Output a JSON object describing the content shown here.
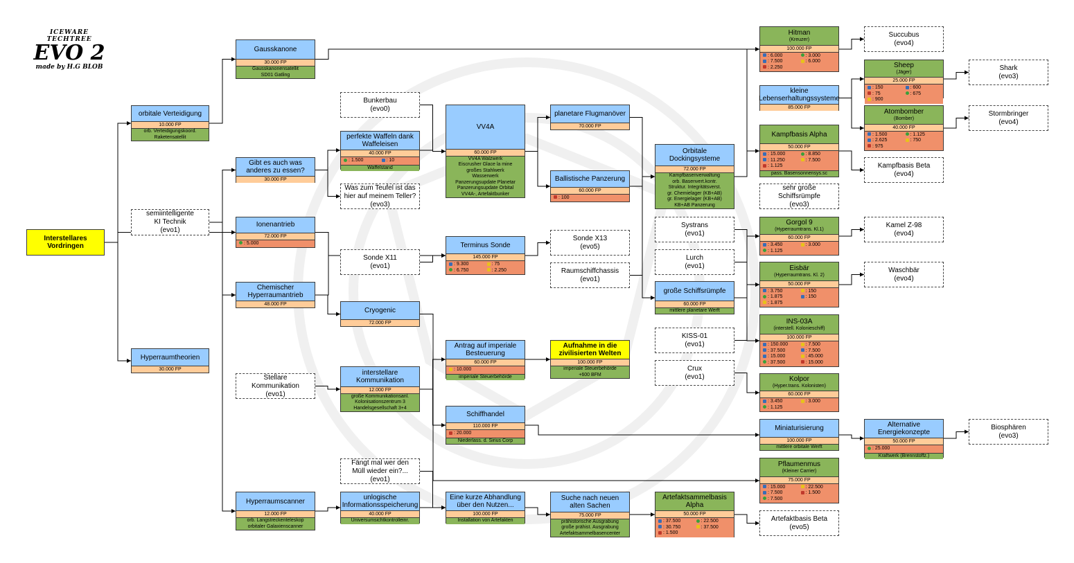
{
  "logo": {
    "line1": "ICEWARE TECHTREE",
    "line2": "EVO 2",
    "line3": "made by H.G BLOB"
  },
  "colors": {
    "tech": "#99ccff",
    "ship": "#8ab55a",
    "cost": "#ffcc99",
    "resources": "#f0906a",
    "unlocks": "#8ab55a",
    "goal": "#ffff00"
  },
  "nodes": [
    {
      "id": "interstellares",
      "name": "Interstellares Vordringen",
      "style": "yellow-bold"
    },
    {
      "id": "orbitale",
      "name": "orbitale Verteidigung",
      "cost": "10.000 FP",
      "unlocks": [
        "orb. Verteidigungskoord.",
        "Raketensatellit"
      ]
    },
    {
      "id": "gauss",
      "name": "Gausskanone",
      "cost": "30.000 FP",
      "unlocks": [
        "Gausskanonensatellit",
        "SD01 Gatling"
      ]
    },
    {
      "id": "essen",
      "name": "Gibt es auch was anderes zu essen?",
      "cost": "30.000 FP"
    },
    {
      "id": "ionen",
      "name": "Ionenantrieb",
      "cost": "72.000 FP",
      "resources": [
        {
          "icon": "green",
          "v": "5.000"
        }
      ]
    },
    {
      "id": "chem",
      "name": "Chemischer Hyperraumantrieb",
      "cost": "48.000 FP"
    },
    {
      "id": "hyptheo",
      "name": "Hyperraumtheorien",
      "cost": "30.000 FP"
    },
    {
      "id": "hypscan",
      "name": "Hyperraumscanner",
      "cost": "12.000 FP",
      "unlocks": [
        "orb. Langstreckenteleskop",
        "orbitaler Galaxienscanner"
      ]
    },
    {
      "id": "waffeln",
      "name": "perfekte Waffeln dank Waffeleisen",
      "cost": "40.000 FP",
      "resources": [
        {
          "icon": "green",
          "v": "1.500"
        },
        {
          "icon": "blue",
          "v": "10"
        }
      ],
      "unlocks": [
        "Waffelstand"
      ]
    },
    {
      "id": "vv4a",
      "name": "VV4A",
      "cost": "60.000 FP",
      "unlocks": [
        "VV4A Walzwerk",
        "Eiscrusher Glace la mine",
        "großes Stahlwerk",
        "Wasserwerk",
        "Panzerungsupdate Planetar",
        "Panzerungsupdate Orbital",
        "VV4A-, Artefaktbunker"
      ]
    },
    {
      "id": "cryo",
      "name": "Cryogenic",
      "cost": "72.000 FP"
    },
    {
      "id": "terminus",
      "name": "Terminus Sonde",
      "cost": "145.000 FP",
      "resources": [
        {
          "icon": "blue",
          "v": "9.300"
        },
        {
          "icon": "yellow",
          "v": "75"
        },
        {
          "icon": "green",
          "v": "6.750"
        },
        {
          "icon": "yellow",
          "v": "2.250"
        }
      ]
    },
    {
      "id": "antrag",
      "name": "Antrag auf imperiale Besteuerung",
      "cost": "60.000 FP",
      "resources": [
        {
          "icon": "yellow",
          "v": "10.000"
        }
      ],
      "unlocks": [
        "imperiale Steuerbehörde"
      ]
    },
    {
      "id": "aufnahme",
      "name": "Aufnahme in die zivilisierten Welten",
      "cost": "100.000 FP",
      "unlocks": [
        "imperiale Steuerbehörde",
        "+600 BFM"
      ],
      "style": "goal"
    },
    {
      "id": "interkomm",
      "name": "interstellare Kommunikation",
      "cost": "12.000 FP",
      "unlocks": [
        "große Kommunikationsanl.",
        "Kolonisationszentrum 3",
        "Handelsgesellschaft 3+4"
      ]
    },
    {
      "id": "schiffhandel",
      "name": "Schiffhandel",
      "cost": "110.000 FP",
      "resources": [
        {
          "icon": "red",
          "v": "20.000"
        }
      ],
      "unlocks": [
        "Niederlass. d. Sirius Corp"
      ]
    },
    {
      "id": "unlogisch",
      "name": "unlogische Informationsspeicherung",
      "cost": "40.000 FP",
      "unlocks": [
        "Universumsichtkontrolleinr."
      ]
    },
    {
      "id": "abhandlung",
      "name": "Eine kurze Abhandlung über den Nutzen...",
      "cost": "100.000 FP",
      "unlocks": [
        "Installation von Artefakten"
      ]
    },
    {
      "id": "suche",
      "name": "Suche nach neuen alten Sachen",
      "cost": "75.000 FP",
      "unlocks": [
        "prähistorische Ausgrabung",
        "große prähist. Ausgrabung",
        "Artefaktsammelbasencenter"
      ]
    },
    {
      "id": "flugman",
      "name": "planetare Flugmanöver",
      "cost": "70.000 FP"
    },
    {
      "id": "ballist",
      "name": "Ballistische Panzerung",
      "cost": "60.000 FP",
      "resources": [
        {
          "icon": "red",
          "v": "100"
        }
      ]
    },
    {
      "id": "docking",
      "name": "Orbitale Dockingsysteme",
      "cost": "72.000 FP",
      "unlocks": [
        "Kampfbasenverwaltung",
        "orb. Basenvert.kontr.",
        "Struktur. Integritätsverst.",
        "gr. Chemielager (KB+AB)",
        "gr. Energielager (KB+AB)",
        "KB+AB Panzerung"
      ]
    },
    {
      "id": "grschiff",
      "name": "große Schiffsrümpfe",
      "cost": "60.000 FP",
      "unlocks": [
        "mittlere planetare Werft"
      ]
    },
    {
      "id": "artsammel",
      "name": "Artefaktsammelbasis Alpha",
      "cost": "50.000 FP",
      "resources": [
        {
          "icon": "blue",
          "v": "37.500"
        },
        {
          "icon": "green",
          "v": "22.500"
        },
        {
          "icon": "blue",
          "v": "30.750"
        },
        {
          "icon": "yellow",
          "v": "37.500"
        },
        {
          "icon": "red",
          "v": "1.500"
        }
      ],
      "style": "ship"
    },
    {
      "id": "hitman",
      "name": "Hitman",
      "sub": "(Kreuzer)",
      "cost": "100.000 FP",
      "resources": [
        {
          "icon": "blue",
          "v": "6.000"
        },
        {
          "icon": "green",
          "v": "3.000"
        },
        {
          "icon": "blue",
          "v": "7.500"
        },
        {
          "icon": "yellow",
          "v": "6.000"
        },
        {
          "icon": "red",
          "v": "2.250"
        }
      ],
      "style": "ship"
    },
    {
      "id": "kleine",
      "name": "kleine Lebenserhaltungssysteme",
      "cost": "85.000 FP"
    },
    {
      "id": "kampfalpha",
      "name": "Kampfbasis Alpha",
      "cost": "50.000 FP",
      "resources": [
        {
          "icon": "blue",
          "v": "15.000"
        },
        {
          "icon": "green",
          "v": "8.850"
        },
        {
          "icon": "blue",
          "v": "11.250"
        },
        {
          "icon": "yellow",
          "v": "7.500"
        },
        {
          "icon": "red",
          "v": "1.125"
        }
      ],
      "unlocks": [
        "pass. Basensonnensys.sc"
      ],
      "style": "ship"
    },
    {
      "id": "gorgol",
      "name": "Gorgol 9",
      "sub": "(Hyperraumtrans. Kl.1)",
      "cost": "60.000 FP",
      "resources": [
        {
          "icon": "blue",
          "v": "3.450"
        },
        {
          "icon": "yellow",
          "v": "3.000"
        },
        {
          "icon": "green",
          "v": "1.125"
        }
      ],
      "style": "ship"
    },
    {
      "id": "eisbaer",
      "name": "Eisbär",
      "sub": "(Hyperraumtrans. Kl. 2)",
      "cost": "50.000 FP",
      "resources": [
        {
          "icon": "blue",
          "v": "3.750"
        },
        {
          "icon": "yellow",
          "v": "150"
        },
        {
          "icon": "green",
          "v": "1.875"
        },
        {
          "icon": "blue",
          "v": "150"
        },
        {
          "icon": "yellow",
          "v": "1.875"
        }
      ],
      "style": "ship"
    },
    {
      "id": "ins03a",
      "name": "INS-03A",
      "sub": "(interstell. Kolonieschiff)",
      "cost": "100.000 FP",
      "resources": [
        {
          "icon": "blue",
          "v": "150.000"
        },
        {
          "icon": "yellow",
          "v": "7.500"
        },
        {
          "icon": "blue",
          "v": "37.500"
        },
        {
          "icon": "blue",
          "v": "7.500"
        },
        {
          "icon": "blue",
          "v": "15.000"
        },
        {
          "icon": "yellow",
          "v": "45.000"
        },
        {
          "icon": "green",
          "v": "37.500"
        },
        {
          "icon": "red",
          "v": "15.000"
        }
      ],
      "style": "ship"
    },
    {
      "id": "kolpor",
      "name": "Kolpor",
      "sub": "(Hyper.trans. Kolonisten)",
      "cost": "60.000 FP",
      "resources": [
        {
          "icon": "blue",
          "v": "3.450"
        },
        {
          "icon": "yellow",
          "v": "3.000"
        },
        {
          "icon": "green",
          "v": "1.125"
        }
      ],
      "style": "ship"
    },
    {
      "id": "mini",
      "name": "Miniaturisierung",
      "cost": "100.000 FP",
      "unlocks": [
        "mittlere orbitale Werft"
      ]
    },
    {
      "id": "pflaumen",
      "name": "Pflaumenmus",
      "sub": "(Kleiner Carrier)",
      "cost": "75.000 FP",
      "resources": [
        {
          "icon": "blue",
          "v": "15.000"
        },
        {
          "icon": "yellow",
          "v": "22.500"
        },
        {
          "icon": "blue",
          "v": "7.500"
        },
        {
          "icon": "red",
          "v": "1.500"
        },
        {
          "icon": "green",
          "v": "7.500"
        }
      ],
      "style": "ship"
    },
    {
      "id": "sheep",
      "name": "Sheep",
      "sub": "(Jäger)",
      "cost": "25.000 FP",
      "resources": [
        {
          "icon": "blue",
          "v": "150"
        },
        {
          "icon": "blue",
          "v": "600"
        },
        {
          "icon": "red",
          "v": "75"
        },
        {
          "icon": "green",
          "v": "675"
        },
        {
          "icon": "yellow",
          "v": "900"
        }
      ],
      "style": "ship"
    },
    {
      "id": "atom",
      "name": "Atombomber",
      "sub": "(Bomber)",
      "cost": "40.000 FP",
      "resources": [
        {
          "icon": "blue",
          "v": "1.500"
        },
        {
          "icon": "green",
          "v": "1.125"
        },
        {
          "icon": "blue",
          "v": "2.625"
        },
        {
          "icon": "yellow",
          "v": "750"
        },
        {
          "icon": "red",
          "v": "975"
        }
      ],
      "style": "ship"
    },
    {
      "id": "altenerg",
      "name": "Alternative Energiekonzepte",
      "cost": "50.000 FP",
      "resources": [
        {
          "icon": "green",
          "v": "25.000"
        }
      ],
      "unlocks": [
        "Kraftwerk (Brennstoffz.)"
      ]
    }
  ],
  "external": [
    {
      "id": "ki",
      "lines": [
        "semiintelligente",
        "KI Technik",
        "(evo1)"
      ]
    },
    {
      "id": "bunker",
      "lines": [
        "Bunkerbau",
        "(evo0)"
      ]
    },
    {
      "id": "teufel",
      "lines": [
        "Was zum Teufel ist das",
        "hier auf meinem Teller?",
        "(evo3)"
      ]
    },
    {
      "id": "sondex11",
      "lines": [
        "Sonde X11",
        "(evo1)"
      ]
    },
    {
      "id": "sondex13",
      "lines": [
        "Sonde X13",
        "(evo5)"
      ]
    },
    {
      "id": "raumschiff",
      "lines": [
        "Raumschiffchassis",
        "(evo1)"
      ]
    },
    {
      "id": "stellare",
      "lines": [
        "Stellare",
        "Kommunikation",
        "(evo1)"
      ]
    },
    {
      "id": "muell",
      "lines": [
        "Fängt mal wer den",
        "Müll wieder ein?...",
        "(evo1)"
      ]
    },
    {
      "id": "systrans",
      "lines": [
        "Systrans",
        "(evo1)"
      ]
    },
    {
      "id": "lurch",
      "lines": [
        "Lurch",
        "(evo1)"
      ]
    },
    {
      "id": "kiss",
      "lines": [
        "KISS-01",
        "(evo1)"
      ]
    },
    {
      "id": "crux",
      "lines": [
        "Crux",
        "(evo1)"
      ]
    },
    {
      "id": "succubus",
      "lines": [
        "Succubus",
        "(evo4)"
      ]
    },
    {
      "id": "shark",
      "lines": [
        "Shark",
        "(evo3)"
      ]
    },
    {
      "id": "storm",
      "lines": [
        "Stormbringer",
        "(evo4)"
      ]
    },
    {
      "id": "kampfbeta",
      "lines": [
        "Kampfbasis Beta",
        "(evo4)"
      ]
    },
    {
      "id": "sehrgross",
      "lines": [
        "sehr große",
        "Schiffsrümpfe",
        "(evo3)"
      ]
    },
    {
      "id": "kamel",
      "lines": [
        "Kamel Z-98",
        "(evo4)"
      ]
    },
    {
      "id": "waschbaer",
      "lines": [
        "Waschbär",
        "(evo4)"
      ]
    },
    {
      "id": "biosph",
      "lines": [
        "Biosphären",
        "(evo3)"
      ]
    },
    {
      "id": "artbeta",
      "lines": [
        "Artefaktbasis Beta",
        "(evo5)"
      ]
    }
  ],
  "links": [
    [
      "interstellares",
      "orbitale"
    ],
    [
      "interstellares",
      "hyptheo"
    ],
    [
      "interstellares",
      "ionen"
    ],
    [
      "orbitale",
      "gauss"
    ],
    [
      "ki",
      "ionen"
    ],
    [
      "ki",
      "essen"
    ],
    [
      "ki",
      "chem"
    ],
    [
      "ki",
      "hypscan"
    ],
    [
      "essen",
      "waffeln"
    ],
    [
      "essen",
      "teufel"
    ],
    [
      "bunker",
      "vv4a"
    ],
    [
      "waffeln",
      "vv4a"
    ],
    [
      "vv4a",
      "flugman"
    ],
    [
      "vv4a",
      "ballist"
    ],
    [
      "ionen",
      "terminus"
    ],
    [
      "chem",
      "terminus"
    ],
    [
      "chem",
      "cryo"
    ],
    [
      "sondex11",
      "terminus"
    ],
    [
      "terminus",
      "sondex13"
    ],
    [
      "stellare",
      "interkomm"
    ],
    [
      "interkomm",
      "antrag"
    ],
    [
      "interkomm",
      "schiffhandel"
    ],
    [
      "antrag",
      "aufnahme"
    ],
    [
      "hypscan",
      "unlogisch"
    ],
    [
      "muell",
      "abhandlung"
    ],
    [
      "unlogisch",
      "abhandlung"
    ],
    [
      "abhandlung",
      "suche"
    ],
    [
      "suche",
      "artsammel"
    ],
    [
      "flugman",
      "docking"
    ],
    [
      "ballist",
      "docking"
    ],
    [
      "raumschiff",
      "grschiff"
    ],
    [
      "ballist",
      "grschiff"
    ],
    [
      "docking",
      "kampfalpha"
    ],
    [
      "docking",
      "hitman"
    ],
    [
      "gauss",
      "hitman"
    ],
    [
      "kleine",
      "sheep"
    ],
    [
      "kleine",
      "atom"
    ],
    [
      "sheep",
      "shark"
    ],
    [
      "atom",
      "storm"
    ],
    [
      "hitman",
      "succubus"
    ],
    [
      "kampfalpha",
      "kampfbeta"
    ],
    [
      "systrans",
      "gorgol"
    ],
    [
      "lurch",
      "eisbaer"
    ],
    [
      "grschiff",
      "gorgol"
    ],
    [
      "grschiff",
      "eisbaer"
    ],
    [
      "grschiff",
      "ins03a"
    ],
    [
      "kiss",
      "ins03a"
    ],
    [
      "crux",
      "kolpor"
    ],
    [
      "gorgol",
      "kamel"
    ],
    [
      "eisbaer",
      "waschbaer"
    ],
    [
      "schiffhandel",
      "mini"
    ],
    [
      "mini",
      "altenerg"
    ],
    [
      "altenerg",
      "biosph"
    ],
    [
      "artsammel",
      "artbeta"
    ],
    [
      "cryo",
      "pflaumen"
    ]
  ]
}
